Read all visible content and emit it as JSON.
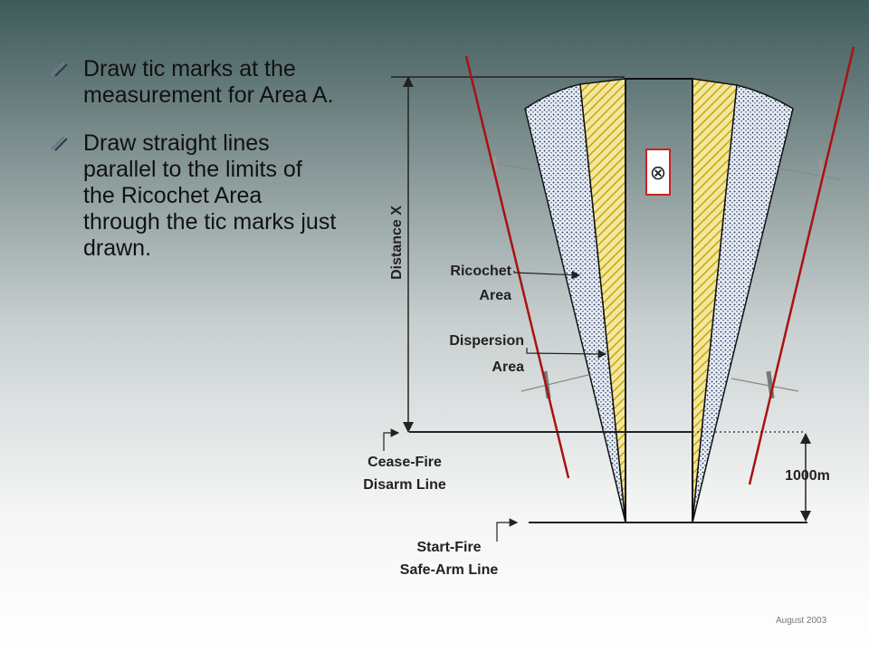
{
  "bullets": [
    {
      "text": "Draw tic marks at the measurement for Area A."
    },
    {
      "text": "Draw straight lines parallel to the limits of the Ricochet Area through the tic marks just drawn."
    }
  ],
  "diagram": {
    "distance_label": "Distance X",
    "ricochet_line1": "Ricochet",
    "ricochet_line2": "Area",
    "dispersion_line1": "Dispersion",
    "dispersion_line2": "Area",
    "cease_line1": "Cease-Fire",
    "cease_line2": "Disarm Line",
    "start_line1": "Start-Fire",
    "start_line2": "Safe-Arm Line",
    "range_label": "1000m",
    "target_symbol": "⊗"
  },
  "colors": {
    "red_line": "#aa1111",
    "dispersion_fill": "#f2e6a0",
    "dispersion_hatch": "#c8a800",
    "ricochet_fill": "#e8eef8",
    "ricochet_dots": "#1a2a44",
    "target_border": "#cc2222"
  },
  "footer": {
    "date": "August 2003"
  }
}
